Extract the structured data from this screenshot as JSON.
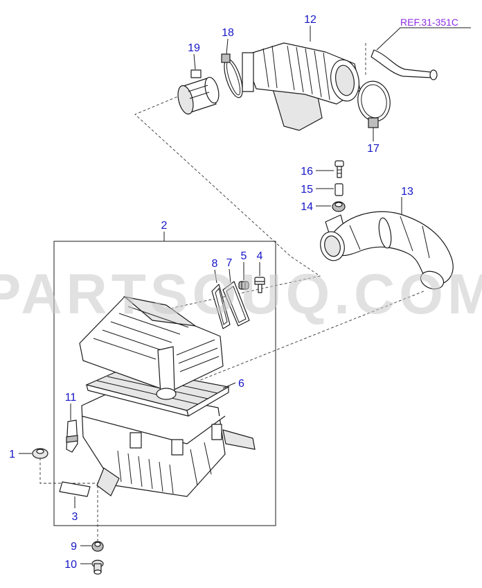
{
  "reference": {
    "label": "REF.31-351C",
    "color": "#8a2be2"
  },
  "watermark": {
    "text": "PARTSOUQ.COM"
  },
  "callout_color": "#1515c8",
  "callouts": [
    {
      "id": "c1",
      "label": "1"
    },
    {
      "id": "c2",
      "label": "2"
    },
    {
      "id": "c3",
      "label": "3"
    },
    {
      "id": "c4",
      "label": "4"
    },
    {
      "id": "c5",
      "label": "5"
    },
    {
      "id": "c6",
      "label": "6"
    },
    {
      "id": "c7",
      "label": "7"
    },
    {
      "id": "c8",
      "label": "8"
    },
    {
      "id": "c9",
      "label": "9"
    },
    {
      "id": "c10",
      "label": "10"
    },
    {
      "id": "c11",
      "label": "11"
    },
    {
      "id": "c12",
      "label": "12"
    },
    {
      "id": "c13",
      "label": "13"
    },
    {
      "id": "c14",
      "label": "14"
    },
    {
      "id": "c15",
      "label": "15"
    },
    {
      "id": "c16",
      "label": "16"
    },
    {
      "id": "c17",
      "label": "17"
    },
    {
      "id": "c18",
      "label": "18"
    },
    {
      "id": "c19",
      "label": "19"
    }
  ]
}
